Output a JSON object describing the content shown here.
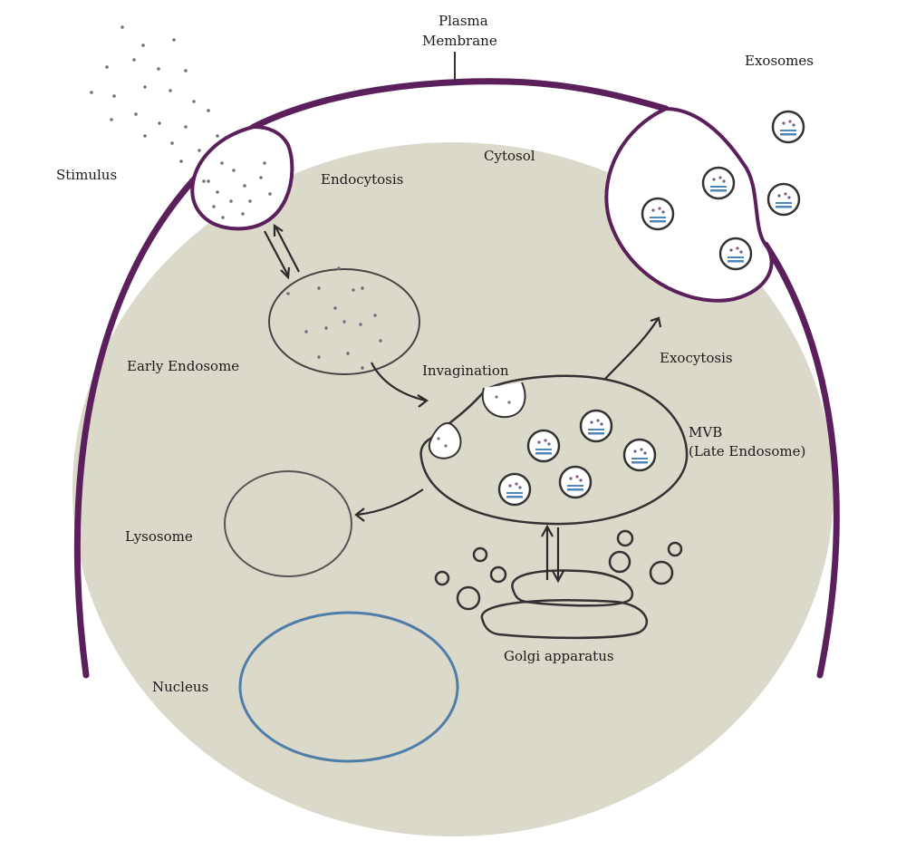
{
  "labels": {
    "plasma_membrane_line1": "Plasma",
    "plasma_membrane_line2": "Membrane",
    "exosomes": "Exosomes",
    "stimulus": "Stimulus",
    "endocytosis": "Endocytosis",
    "cytosol": "Cytosol",
    "early_endosome": "Early Endosome",
    "invagination": "Invagination",
    "exocytosis": "Exocytosis",
    "mvb_line1": "MVB",
    "mvb_line2": "(Late Endosome)",
    "lysosome": "Lysosome",
    "golgi": "Golgi apparatus",
    "nucleus": "Nucleus"
  },
  "colors": {
    "membrane": "#5b1f5c",
    "cytoplasm": "#dbd9c9",
    "organelle_outline": "#333333",
    "nucleus_outline": "#4f7ea8",
    "vesicle_fill": "#ffffff"
  }
}
